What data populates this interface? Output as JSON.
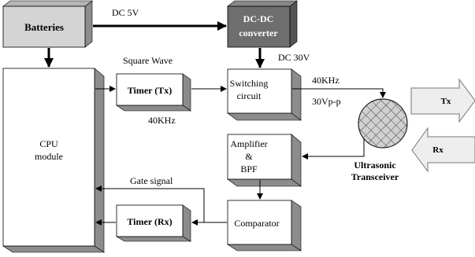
{
  "blocks": {
    "batteries": "Batteries",
    "dcdc_line1": "DC-DC",
    "dcdc_line2": "converter",
    "cpu_line1": "CPU",
    "cpu_line2": "module",
    "timer_tx": "Timer (Tx)",
    "switching_line1": "Switching",
    "switching_line2": "circuit",
    "amplifier_line1": "Amplifier",
    "amplifier_line2": "&",
    "amplifier_line3": "BPF",
    "comparator": "Comparator",
    "timer_rx": "Timer (Rx)"
  },
  "labels": {
    "dc_5v": "DC 5V",
    "dc_30v": "DC 30V",
    "square_wave": "Square Wave",
    "freq_tx": "40KHz",
    "freq_out": "40KHz",
    "voltage": "30Vp-p",
    "gate_signal": "Gate signal",
    "transceiver_line1": "Ultrasonic",
    "transceiver_line2": "Transceiver",
    "tx_arrow": "Tx",
    "rx_arrow": "Rx"
  },
  "colors": {
    "block_face": "#ffffff",
    "block_side": "#8c8c8c",
    "batteries_face": "#d4d4d4",
    "dcdc_face": "#6e6e6e",
    "dcdc_text": "#ffffff",
    "arrow_fill": "#eeeeee"
  }
}
